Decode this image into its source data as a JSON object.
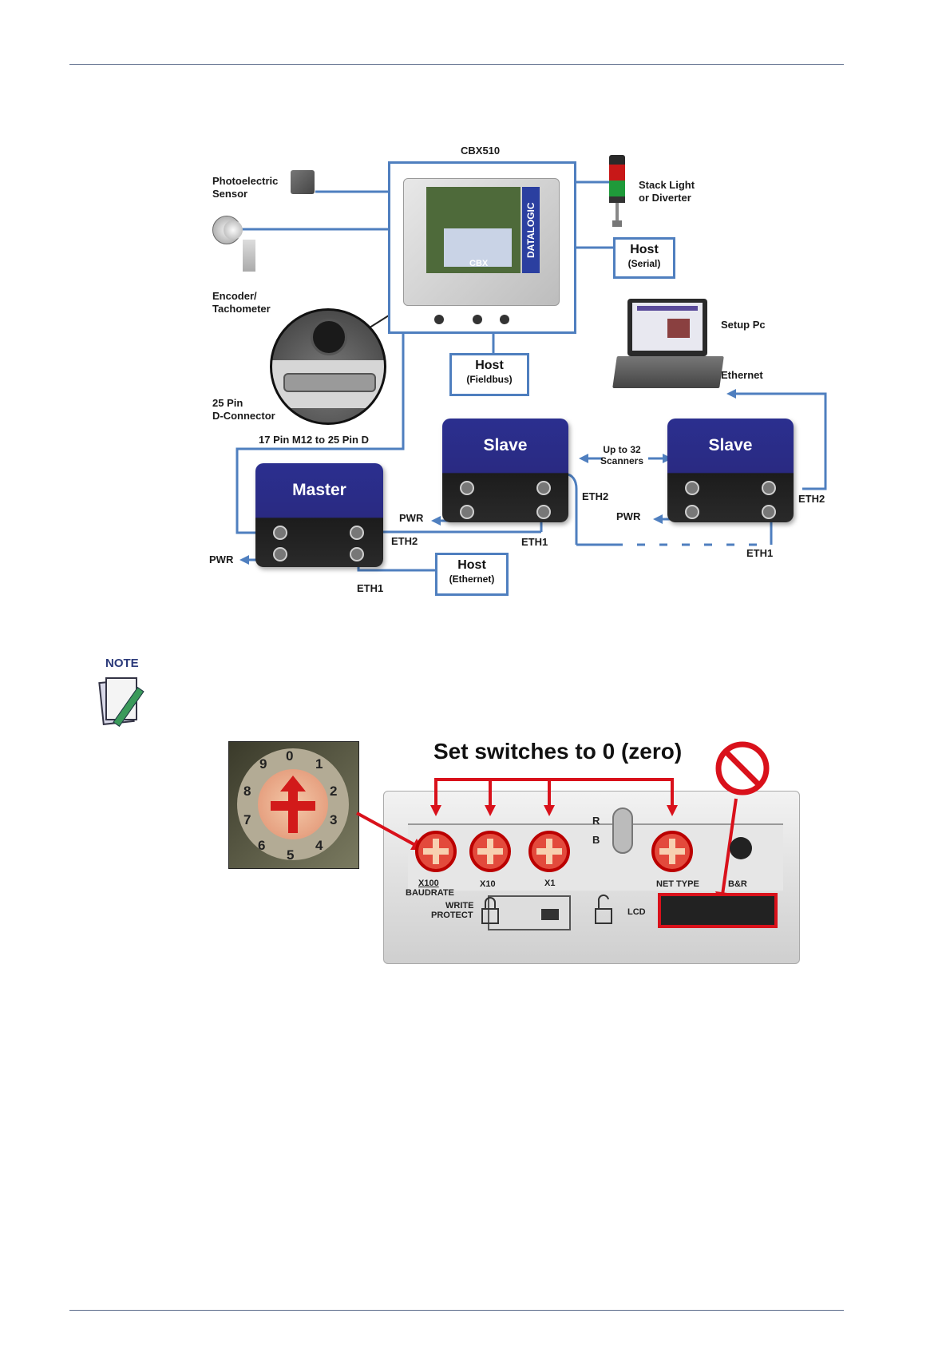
{
  "diagram": {
    "cbx_title": "CBX510",
    "cbx_brand": "DATALOGIC",
    "cbx_model": "CBX",
    "photoelectric_sensor": [
      "Photoelectric",
      "Sensor"
    ],
    "stack_light": [
      "Stack Light",
      "or Diverter"
    ],
    "encoder": [
      "Encoder/",
      "Tachometer"
    ],
    "dconnector": [
      "25 Pin",
      "D-Connector"
    ],
    "host_serial": {
      "title": "Host",
      "sub": "(Serial)"
    },
    "host_fieldbus": {
      "title": "Host",
      "sub": "(Fieldbus)"
    },
    "host_ethernet": {
      "title": "Host",
      "sub": "(Ethernet)"
    },
    "setup_pc": "Setup Pc",
    "ethernet": "Ethernet",
    "cable": "17 Pin M12 to 25 Pin D",
    "master": "Master",
    "slave_left": "Slave",
    "slave_right": "Slave",
    "up_to": [
      "Up to 32",
      "Scanners"
    ],
    "pwr": "PWR",
    "eth1": "ETH1",
    "eth2": "ETH2"
  },
  "note_icon_label": "NOTE",
  "switches": {
    "title": "Set switches to 0 (zero)",
    "x100": "X100",
    "baudrate": "BAUDRATE",
    "x10": "X10",
    "x1": "X1",
    "net_type": "NET TYPE",
    "br": "B&R",
    "write": "WRITE",
    "protect": "PROTECT",
    "lcd": "LCD",
    "r": "R",
    "b": "B",
    "dial_digits": [
      "0",
      "1",
      "2",
      "3",
      "4",
      "5",
      "6",
      "7",
      "8",
      "9"
    ]
  },
  "colors": {
    "line": "#4f7fbf",
    "device": "#2b2f8f",
    "warning": "#d9111b"
  }
}
